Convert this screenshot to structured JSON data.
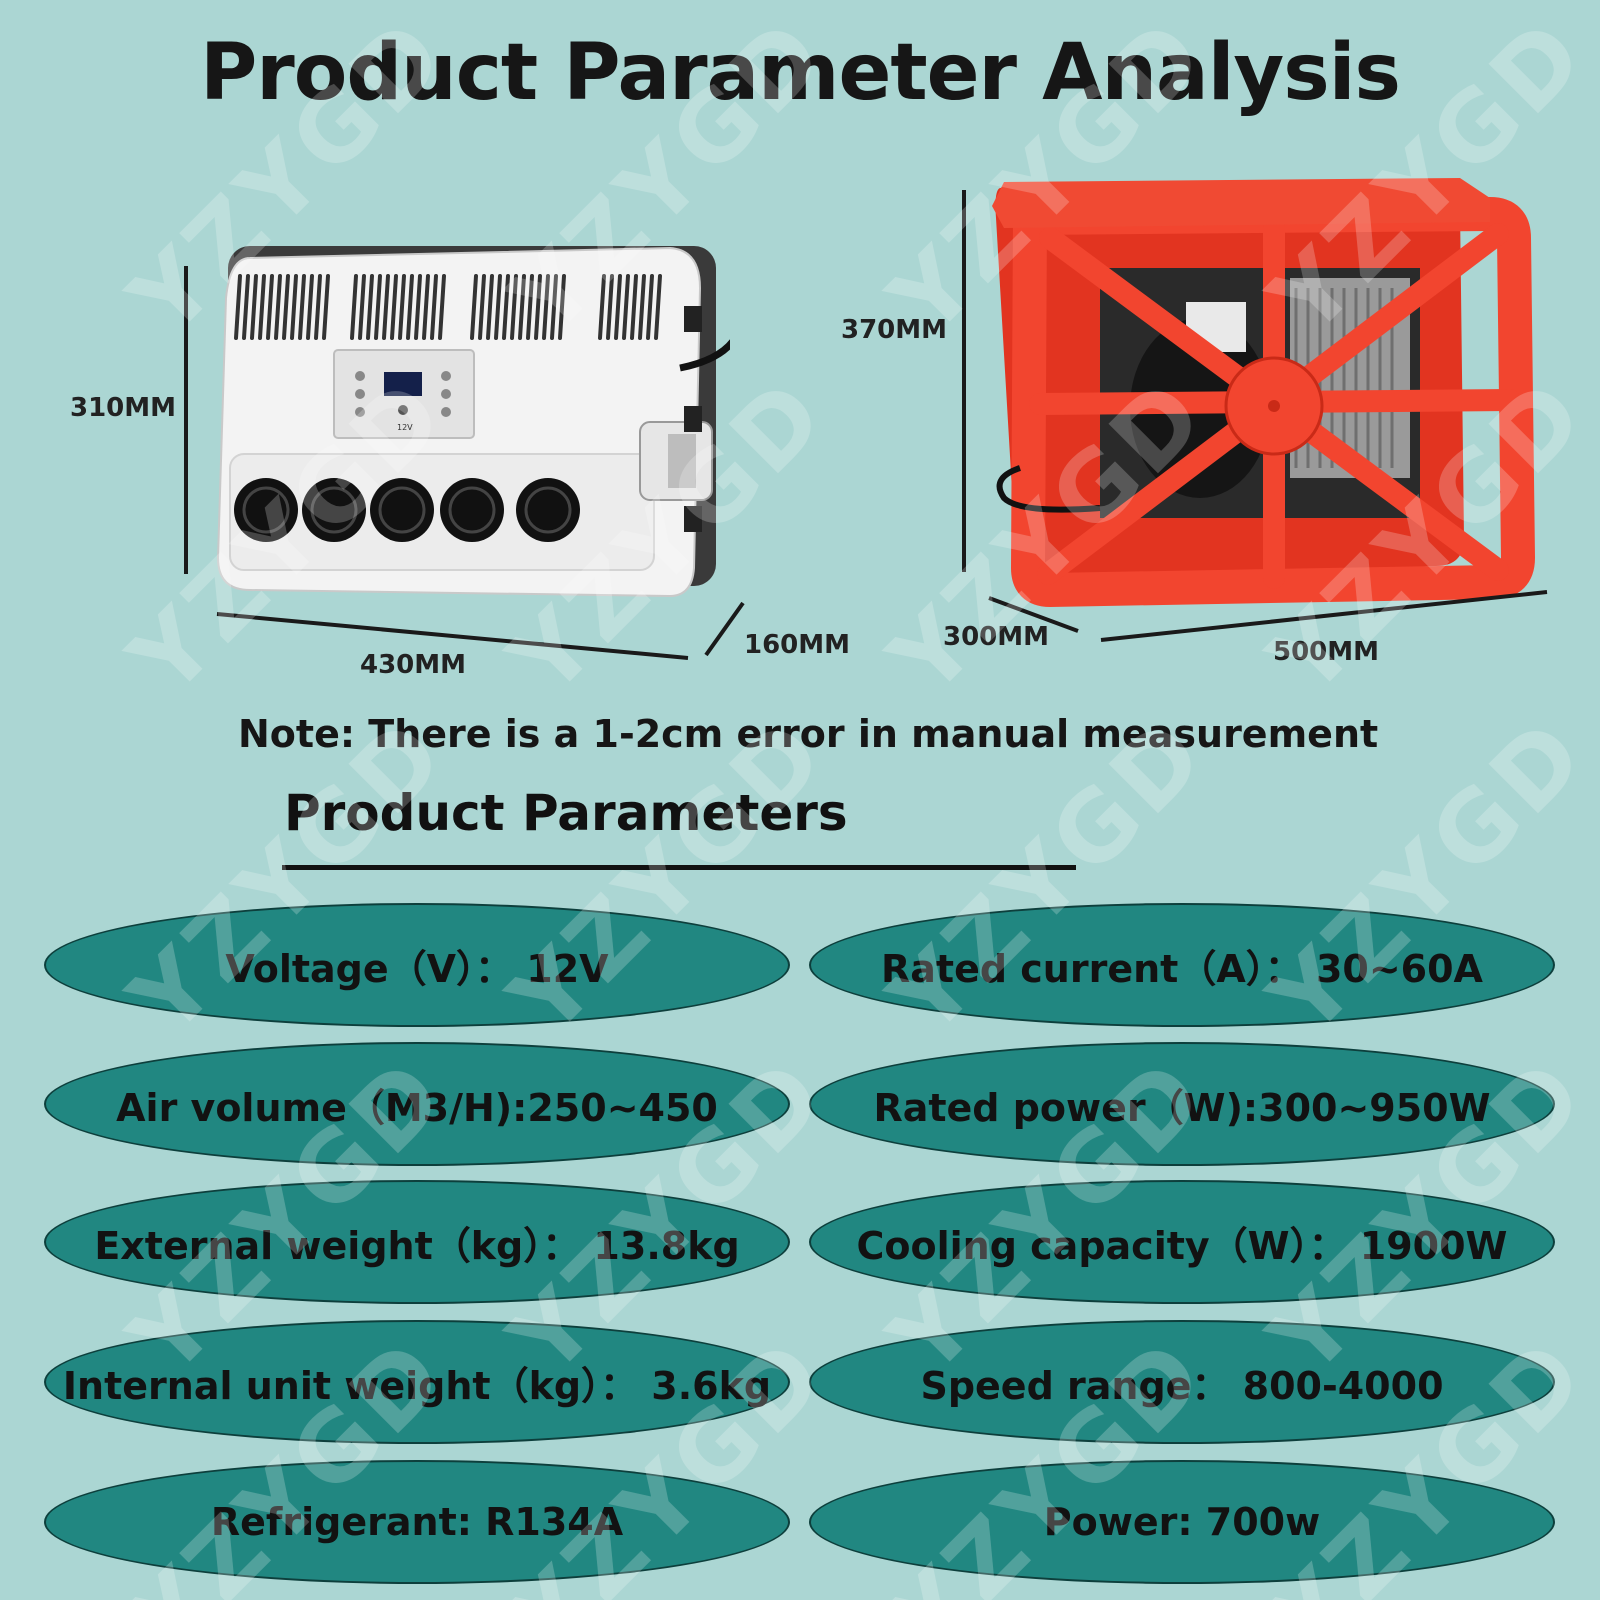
{
  "title": "Product Parameter Analysis",
  "dimensions": {
    "indoor_height": "310MM",
    "indoor_width": "430MM",
    "indoor_depth": "160MM",
    "outdoor_height": "370MM",
    "outdoor_depth": "300MM",
    "outdoor_width": "500MM"
  },
  "note": "Note: There is a 1-2cm error in manual measurement",
  "parameters_heading": "Product Parameters",
  "parameters": [
    "Voltage（V）： 12V",
    "Rated current（A）： 30~60A",
    "Air volume（M3/H):250~450",
    "Rated power（W):300~950W",
    "External weight（kg）： 13.8kg",
    "Cooling capacity（W）： 1900W",
    "Internal unit weight（kg）： 3.6kg",
    "Speed range： 800-4000",
    "Refrigerant: R134A",
    "Power: 700w"
  ],
  "indoor_panel_label": "12V",
  "watermark": "YZYGD",
  "colors": {
    "background": "#abd6d3",
    "pill": "#218781",
    "outdoor_unit": "#ef3a26",
    "indoor_unit": "#f1f1f1"
  }
}
